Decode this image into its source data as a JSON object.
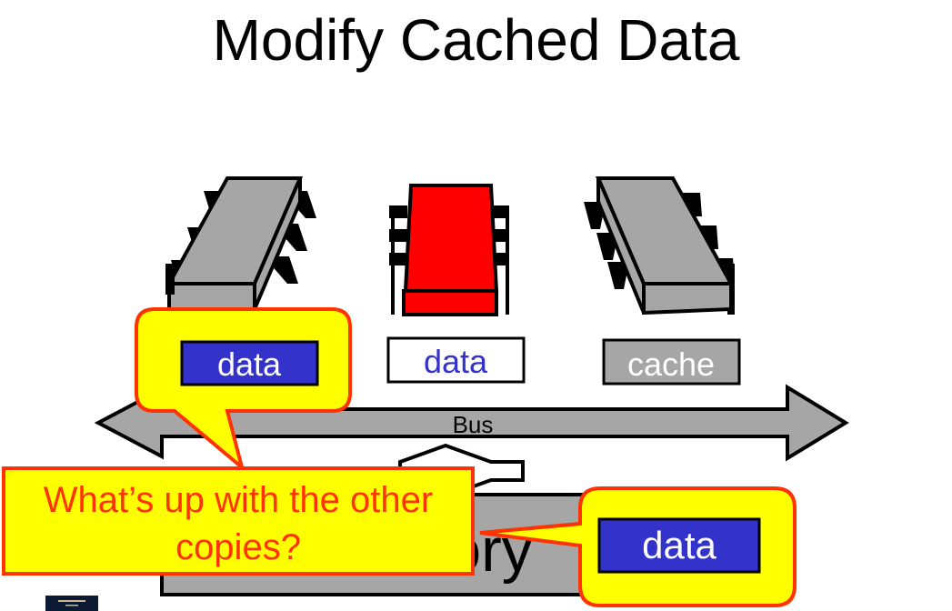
{
  "slide": {
    "title": "Modify Cached Data"
  },
  "caches": [
    {
      "label": "data",
      "style": "modified",
      "fill": "#3333cc",
      "text_color": "#ffffff"
    },
    {
      "label": "data",
      "style": "shared",
      "fill": "#ffffff",
      "text_color": "#3333cc"
    },
    {
      "label": "cache",
      "style": "invalid",
      "fill": "#a6a6a6",
      "text_color": "#ffffff"
    }
  ],
  "bus": {
    "label": "Bus"
  },
  "memory": {
    "label": "memory",
    "cell_label": "data",
    "cell_fill": "#3333cc"
  },
  "callouts": {
    "question": "What’s up with the other copies?",
    "question_line1": "What’s up with the other",
    "question_line2": "copies?"
  },
  "colors": {
    "processor_gray": "#a6a6a6",
    "processor_active": "#ff0000",
    "callout_fill": "#ffff00",
    "callout_border": "#ff3300",
    "callout_text": "#ff3300"
  },
  "icons": {
    "processors": [
      "processor-chip-icon",
      "processor-chip-icon",
      "processor-chip-icon"
    ],
    "book": "book-cover-icon"
  }
}
